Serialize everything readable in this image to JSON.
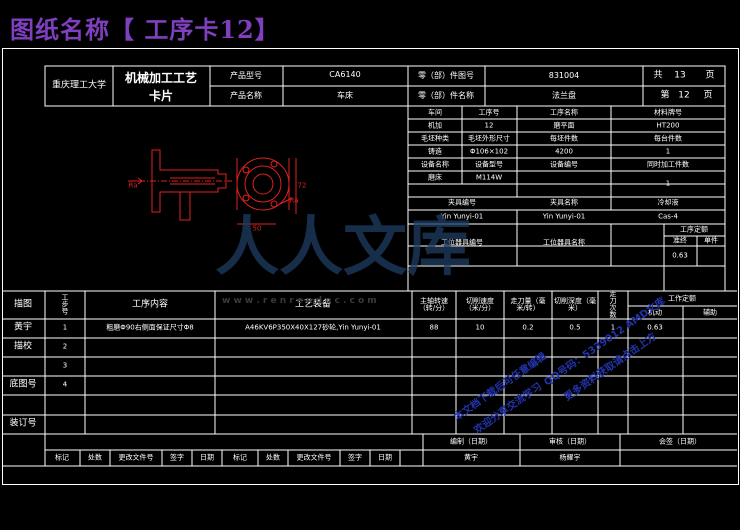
{
  "page_title": "图纸名称【 工序卡12】",
  "header": {
    "university": "重庆理工大学",
    "card_title_line1": "机械加工工艺",
    "card_title_line2": "卡片",
    "product_model_label": "产品型号",
    "product_model": "CA6140",
    "product_name_label": "产品名称",
    "product_name": "车床",
    "part_no_label": "零（部）件图号",
    "part_no": "831004",
    "part_name_label": "零（部）件名称",
    "part_name": "法兰盘",
    "total_label": "共",
    "total_pages": "13",
    "page_unit": "页",
    "page_label": "第",
    "page_no": "12",
    "page_unit2": "页"
  },
  "info": {
    "workshop_label": "车间",
    "op_no_label": "工序号",
    "op_name_label": "工序名称",
    "material_label": "材料牌号",
    "workshop": "机加",
    "op_no": "12",
    "op_name": "磨平面",
    "material": "HT200",
    "blank_type_label": "毛坯种类",
    "blank_dim_label": "毛坯外形尺寸",
    "blank_count_label": "每坯件数",
    "per_unit_label": "每台件数",
    "blank_type": "铸造",
    "blank_dim": "Φ106×102",
    "blank_count": "4200",
    "per_unit": "1",
    "equip_name_label": "设备名称",
    "equip_model_label": "设备型号",
    "equip_no_label": "设备编号",
    "simul_label": "同时加工件数",
    "equip_name": "磨床",
    "equip_model": "M114W",
    "simul": "1",
    "fixture_no_label": "夹具编号",
    "fixture_name_label": "夹具名称",
    "coolant_label": "冷却液",
    "fixture_no": "Yin Yunyi-01",
    "fixture_name": "Yin Yunyi-01",
    "coolant": "Cas-4",
    "tool_no_label": "工位器具编号",
    "tool_name_label": "工位器具名称",
    "time_quota_label": "工序定额",
    "prep_label": "准终",
    "unit_label": "单件",
    "time_value": "0.63"
  },
  "ops_header": {
    "step_label": "工步号",
    "content_label": "工序内容",
    "equipment_label": "工艺装备",
    "speed_label": "主轴转速（转/分）",
    "cut_speed_label": "切削速度（米/分）",
    "feed_label": "走刀量（毫米/转）",
    "depth_label": "切削深度（毫米）",
    "passes_label": "走刀次数",
    "time_label": "工作定额",
    "machine_time_label": "机动",
    "aux_time_label": "辅助"
  },
  "ops_rows": [
    {
      "no": "1",
      "content": "粗磨Φ90右侧面保证尺寸Φ8",
      "equipment": "A46KV6P350X40X127砂轮,Yin Yunyi-01",
      "speed": "88",
      "cut_speed": "10",
      "feed": "0.2",
      "depth": "0.5",
      "passes": "1",
      "machine": "0.63",
      "aux": ""
    },
    {
      "no": "2",
      "content": "",
      "equipment": "",
      "speed": "",
      "cut_speed": "",
      "feed": "",
      "depth": "",
      "passes": "",
      "machine": "",
      "aux": ""
    },
    {
      "no": "3",
      "content": "",
      "equipment": "",
      "speed": "",
      "cut_speed": "",
      "feed": "",
      "depth": "",
      "passes": "",
      "machine": "",
      "aux": ""
    },
    {
      "no": "4",
      "content": "",
      "equipment": "",
      "speed": "",
      "cut_speed": "",
      "feed": "",
      "depth": "",
      "passes": "",
      "machine": "",
      "aux": ""
    }
  ],
  "left_col": {
    "drawing_label": "描图",
    "designer": "黄宇",
    "check_label": "描校",
    "base_no_label": "底图号",
    "binding_label": "装订号"
  },
  "footer": {
    "compile_label": "编制（日期）",
    "review_label": "审核（日期）",
    "countersign_label": "会签（日期）",
    "compiler": "黄宇",
    "reviewer": "杨耀宇",
    "mark_label": "标记",
    "place_label": "处数",
    "change_doc_label": "更改文件号",
    "sign_label": "签字",
    "date_label": "日期"
  },
  "drawing": {
    "dim_width": "50",
    "dim_height": "72",
    "roughness_right": "Ra",
    "roughness_left": "Ra"
  },
  "watermark": {
    "text_big": "人人文库",
    "url_fragment": "w w w . r e n r e n d o c . c o m",
    "stamp_line1": "本文档下载后可任意编辑",
    "stamp_line2": "欢迎分享交流学习",
    "stamp_line3": "QQ号码：5339012 AMD文库",
    "stamp_line4": "更多资料获取请点击上方",
    "watermark_color": "#1f3e63",
    "stamp_color": "#2233aa"
  },
  "colors": {
    "title": "#7f3fbf",
    "lines": "#ffffff",
    "drawing": "#e02020"
  }
}
